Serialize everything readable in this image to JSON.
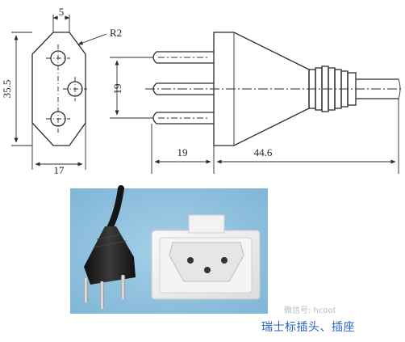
{
  "drawing": {
    "front_view": {
      "dim_width_top": "5",
      "dim_radius": "R2",
      "dim_height": "35.5",
      "dim_width_bottom": "17"
    },
    "side_view": {
      "dim_pin_spacing": "19",
      "dim_pin_length": "19",
      "dim_body_length": "44.6"
    }
  },
  "photo": {
    "watermark": "微信号: hcoot",
    "caption": "瑞士标插头、插座"
  },
  "colors": {
    "line": "#2b2b2b",
    "photo_background": "#8ec0dd",
    "plug_body": "#1c1c1c",
    "socket_face": "#eeeeee",
    "caption_text": "#2a63c6"
  }
}
